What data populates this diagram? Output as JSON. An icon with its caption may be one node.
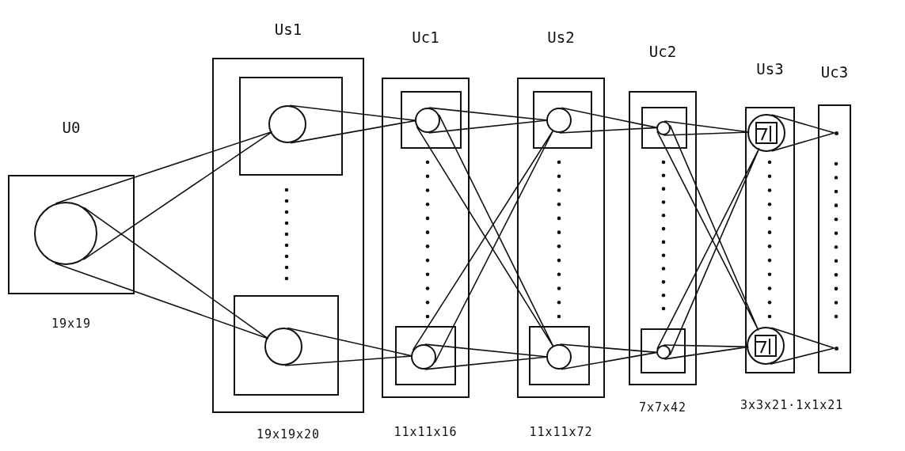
{
  "diagram": {
    "nodes": [
      {
        "text": [
          "U0"
        ],
        "beside": [
          "19x19"
        ]
      },
      {
        "text": [],
        "shape": "circle",
        "in": 0
      },
      {
        "text": [
          "Us1"
        ],
        "beside": [
          "19x19x20"
        ]
      },
      {
        "text": [],
        "shape": "box",
        "in": 2
      },
      {
        "text": [],
        "shape": "circle",
        "in": 3
      },
      {
        "text": [],
        "shape": "box",
        "in": 2
      },
      {
        "text": [],
        "shape": "circle",
        "in": 5
      },
      {
        "text": [
          "Uc1"
        ],
        "beside": [
          "11x11x16"
        ]
      },
      {
        "text": [],
        "shape": "box",
        "in": 7
      },
      {
        "text": [],
        "shape": "circle",
        "in": 8
      },
      {
        "text": [],
        "shape": "box",
        "in": 7
      },
      {
        "text": [],
        "shape": "circle",
        "in": 10
      },
      {
        "text": [
          "Us2"
        ],
        "beside": [
          "11x11x72"
        ]
      },
      {
        "text": [],
        "shape": "box",
        "in": 12
      },
      {
        "text": [],
        "shape": "circle",
        "in": 13
      },
      {
        "text": [],
        "shape": "box",
        "in": 12
      },
      {
        "text": [],
        "shape": "circle",
        "in": 15
      },
      {
        "text": [
          "Uc2"
        ],
        "beside": [
          "7x7x42"
        ]
      },
      {
        "text": [],
        "shape": "box",
        "in": 17
      },
      {
        "text": [],
        "shape": "circle",
        "in": 18
      },
      {
        "text": [],
        "shape": "box",
        "in": 17
      },
      {
        "text": [],
        "shape": "circle",
        "in": 20
      },
      {
        "text": [
          "Us3"
        ]
      },
      {
        "text": [],
        "shape": "circle",
        "in": 22
      },
      {
        "text": [],
        "shape": "circle",
        "in": 22
      },
      {
        "text": [
          "Uc3"
        ]
      },
      {
        "text": [],
        "shape": "dot",
        "in": 25
      },
      {
        "text": [],
        "shape": "dot",
        "in": 25
      }
    ],
    "edges": [
      {
        "from": 1,
        "to": 4,
        "arrow": "none"
      },
      {
        "from": 1,
        "to": 6,
        "arrow": "none"
      },
      {
        "from": 4,
        "to": 9,
        "arrow": "none"
      },
      {
        "from": 6,
        "to": 11,
        "arrow": "none"
      },
      {
        "from": 9,
        "to": 14,
        "arrow": "none"
      },
      {
        "from": 9,
        "to": 16,
        "arrow": "none"
      },
      {
        "from": 11,
        "to": 14,
        "arrow": "none"
      },
      {
        "from": 11,
        "to": 16,
        "arrow": "none"
      },
      {
        "from": 14,
        "to": 19,
        "arrow": "none"
      },
      {
        "from": 16,
        "to": 21,
        "arrow": "none"
      },
      {
        "from": 19,
        "to": 23,
        "arrow": "none"
      },
      {
        "from": 19,
        "to": 24,
        "arrow": "none"
      },
      {
        "from": 21,
        "to": 23,
        "arrow": "none"
      },
      {
        "from": 21,
        "to": 24,
        "arrow": "none"
      },
      {
        "from": 23,
        "to": 26,
        "arrow": "none"
      },
      {
        "from": 24,
        "to": 27,
        "arrow": "none"
      }
    ],
    "labels": [
      "3x3x21·1x1x21"
    ]
  }
}
